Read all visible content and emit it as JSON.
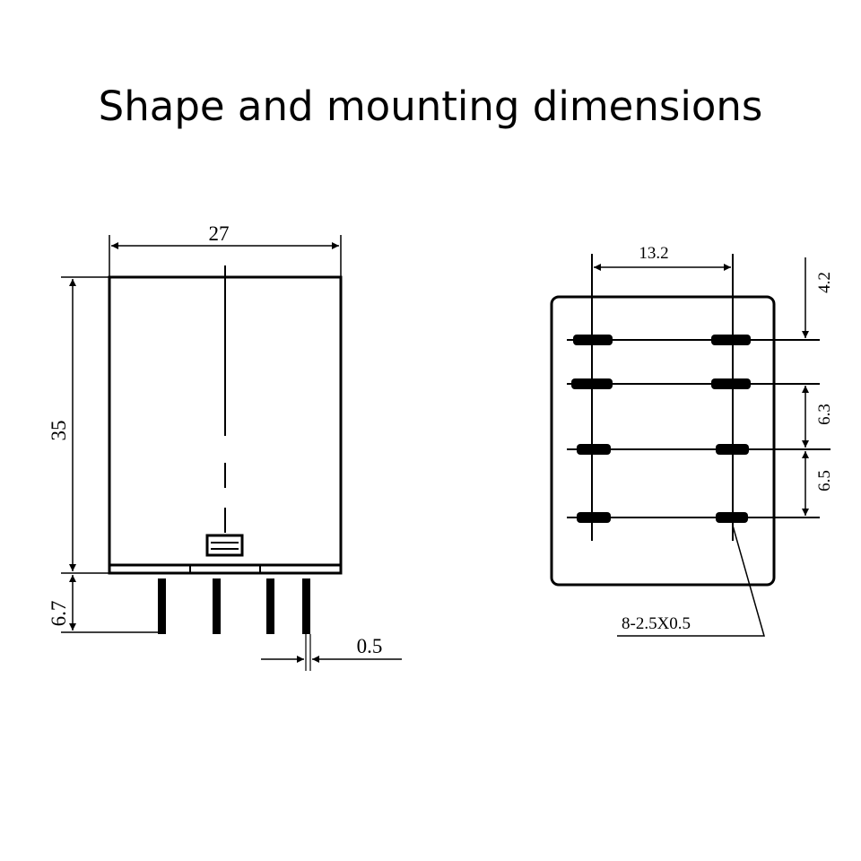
{
  "title": "Shape and mounting dimensions",
  "side_view": {
    "width_label": "27",
    "height_label": "35",
    "pin_length_label": "6.7",
    "pin_thickness_label": "0.5"
  },
  "bottom_view": {
    "pin_pitch_label": "13.2",
    "top_offset_label": "4.2",
    "row_gap_1_label": "6.3",
    "row_gap_2_label": "6.5",
    "pin_spec_label": "8-2.5X0.5"
  },
  "colors": {
    "line": "#000000",
    "background": "#ffffff"
  }
}
